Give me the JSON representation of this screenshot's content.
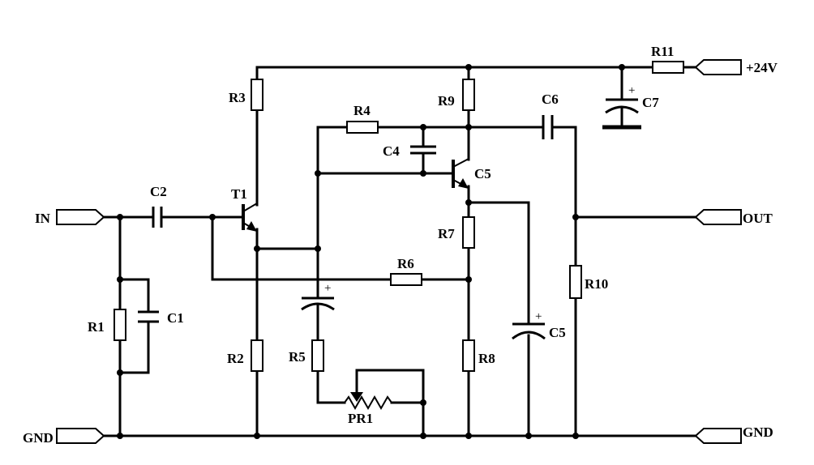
{
  "components": {
    "R1": "R1",
    "R2": "R2",
    "R3": "R3",
    "R4": "R4",
    "R5": "R5",
    "R6": "R6",
    "R7": "R7",
    "R8": "R8",
    "R9": "R9",
    "R10": "R10",
    "R11": "R11",
    "C1": "C1",
    "C2": "C2",
    "C4": "C4",
    "C5a": "C5",
    "C5b": "C5",
    "C6": "C6",
    "C7": "C7",
    "T1": "T1",
    "PR1": "PR1"
  },
  "ports": {
    "in": "IN",
    "gnd_left": "GND",
    "gnd_right": "GND",
    "out": "OUT",
    "supply": "+24V"
  },
  "polarity": "+"
}
